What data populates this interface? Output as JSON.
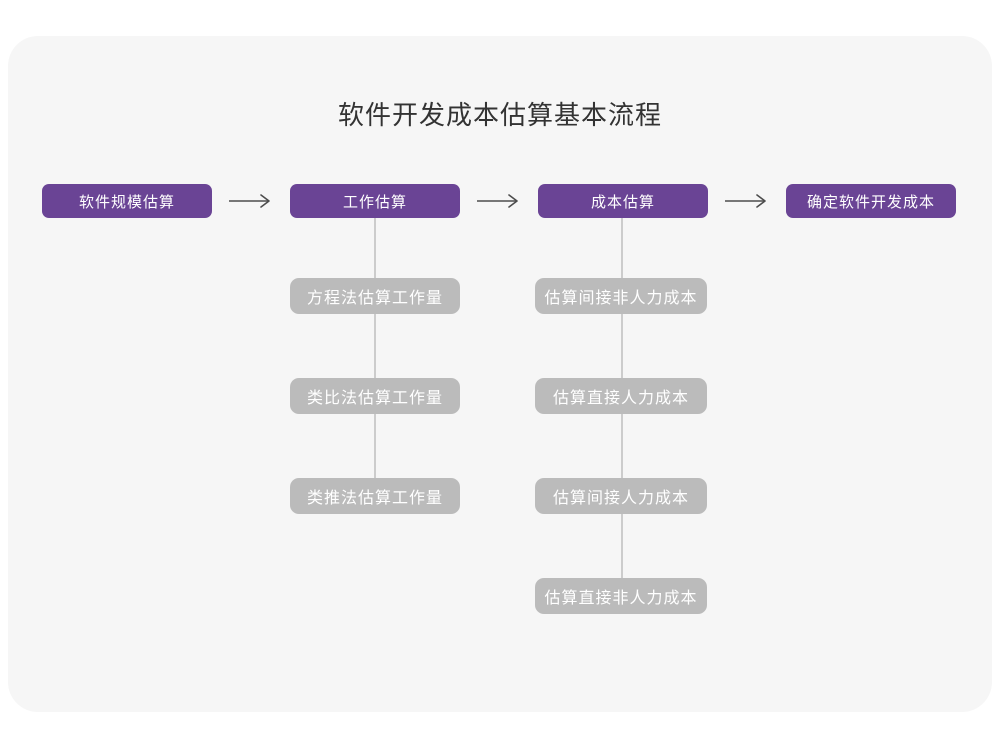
{
  "title": "软件开发成本估算基本流程",
  "colors": {
    "accent_purple": "#6A4495",
    "sub_box_gray": "#BBBBBB",
    "canvas_background": "#F6F6F6",
    "arrow_stroke": "#4D4D4D",
    "connector_gray": "#CCCCCC",
    "title_text": "#333333",
    "box_text": "#FFFFFF"
  },
  "flow": {
    "steps": [
      {
        "label": "软件规模估算"
      },
      {
        "label": "工作估算"
      },
      {
        "label": "成本估算"
      },
      {
        "label": "确定软件开发成本"
      }
    ]
  },
  "work_estimation_methods": {
    "parent": "工作估算",
    "items": [
      {
        "label": "方程法估算工作量"
      },
      {
        "label": "类比法估算工作量"
      },
      {
        "label": "类推法估算工作量"
      }
    ]
  },
  "cost_estimation_steps": {
    "parent": "成本估算",
    "items": [
      {
        "label": "估算间接非人力成本"
      },
      {
        "label": "估算直接人力成本"
      },
      {
        "label": "估算间接人力成本"
      },
      {
        "label": "估算直接非人力成本"
      }
    ]
  }
}
